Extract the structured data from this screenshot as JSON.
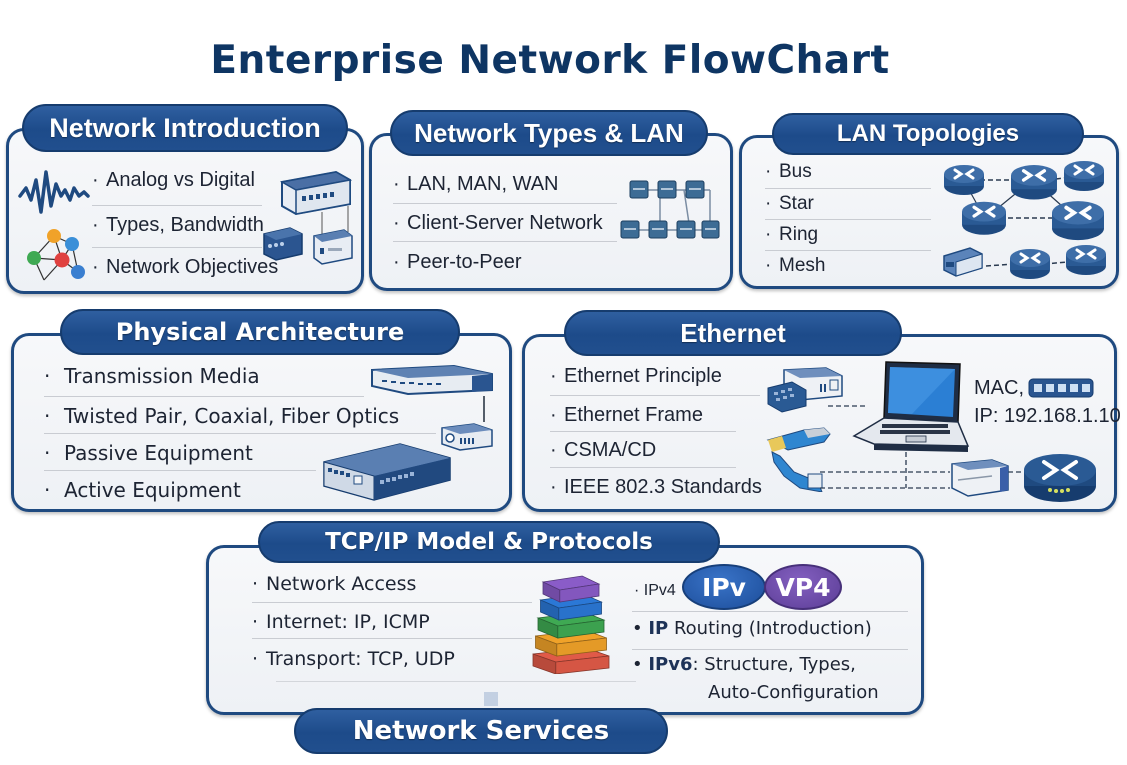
{
  "title": "Enterprise Network FlowChart",
  "colors": {
    "title": "#0e3563",
    "pill": "#1d4b8a",
    "card_border": "#1f4a80",
    "card_bg": "#f2f4f7",
    "stack_layers": [
      "#8a5cc8",
      "#2b78d6",
      "#3fa953",
      "#f0a229",
      "#e05a48"
    ]
  },
  "sections": {
    "intro": {
      "heading": "Network Introduction",
      "items": [
        "Analog vs Digital",
        "Types, Bandwidth",
        "Network Objectives"
      ],
      "icons": [
        "signal-wave-icon",
        "network-graph-icon",
        "network-devices-icon"
      ]
    },
    "types": {
      "heading": "Network Types & LAN",
      "items": [
        "LAN, MAN, WAN",
        "Client-Server Network",
        "Peer-to-Peer"
      ],
      "icons": [
        "switch-grid-icon"
      ]
    },
    "topologies": {
      "heading": "LAN Topologies",
      "items": [
        "Bus",
        "Star",
        "Ring",
        "Mesh"
      ],
      "icons": [
        "router-mesh-icon"
      ]
    },
    "physical": {
      "heading": "Physical Architecture",
      "items": [
        "Transmission Media",
        "Twisted Pair, Coaxial, Fiber Optics",
        "Passive Equipment",
        "Active Equipment"
      ],
      "icons": [
        "patch-panel-icon",
        "switch-icon"
      ]
    },
    "ethernet": {
      "heading": "Ethernet",
      "items": [
        "Ethernet Principle",
        "Ethernet Frame",
        "CSMA/CD",
        "IEEE 802.3 Standards"
      ],
      "mac_label": "MAC,",
      "ip_label": "IP: 192.168.1.10",
      "icons": [
        "laptop-icon",
        "ethernet-cable-icon",
        "router-icon",
        "nic-icon"
      ]
    },
    "tcpip": {
      "heading": "TCP/IP Model & Protocols",
      "left_items": [
        "Network Access",
        "Internet: IP, ICMP",
        "Transport: TCP, UDP"
      ],
      "ipv4_label": "IPv4",
      "badge_a": "IPv",
      "badge_b": "VP4",
      "routing_bold": "IP",
      "routing_rest": " Routing (Introduction)",
      "ipv6_bold": "IPv6",
      "ipv6_rest": ": Structure, Types,",
      "ipv6_cont": "Auto-Configuration",
      "icons": [
        "layer-stack-icon"
      ]
    },
    "services": {
      "heading": "Network Services"
    }
  }
}
